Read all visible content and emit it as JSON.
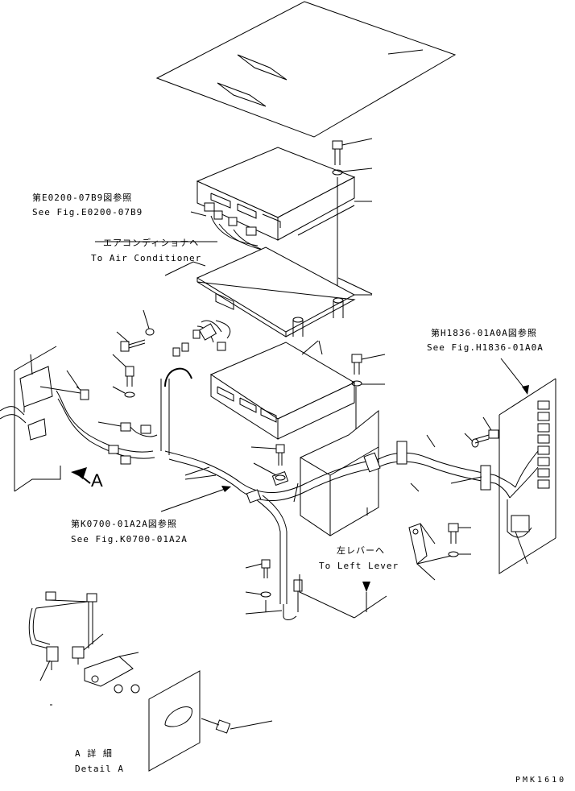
{
  "labels": {
    "ref_e0200_jp": "第E0200-07B9図参照",
    "ref_e0200_en": "See Fig.E0200-07B9",
    "air_conditioner_jp": "エアコンディショナへ",
    "air_conditioner_en": "To Air Conditioner",
    "ref_h1836_jp": "第H1836-01A0A図参照",
    "ref_h1836_en": "See Fig.H1836-01A0A",
    "ref_k0700_jp": "第K0700-01A2A図参照",
    "ref_k0700_en": "See Fig.K0700-01A2A",
    "left_lever_jp": "左レバーへ",
    "left_lever_en": "To Left Lever",
    "view_arrow_letter": "A",
    "detail_jp": "A  詳 細",
    "detail_en": "Detail  A",
    "drawing_code": "PMK1610"
  }
}
